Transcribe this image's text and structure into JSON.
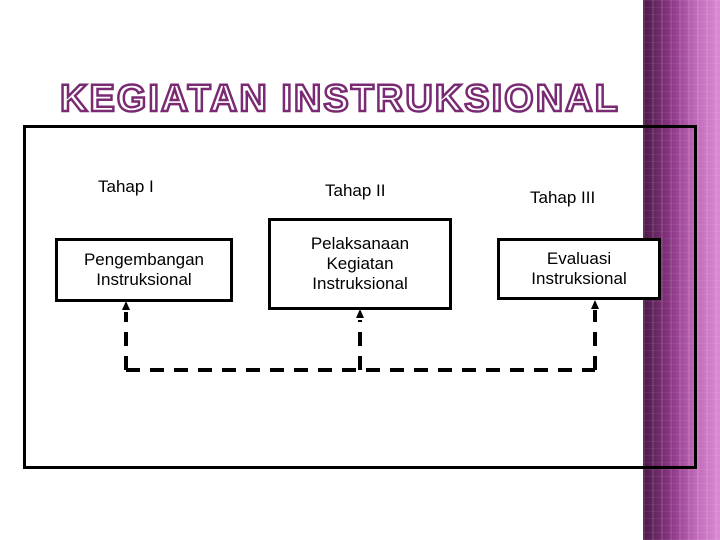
{
  "title": "KEGIATAN INSTRUKSIONAL",
  "stages": [
    {
      "label": "Tahap I",
      "box_text": "Pengembangan\nInstruksional"
    },
    {
      "label": "Tahap II",
      "box_text": "Pelaksanaan\nKegiatan\nInstruksional"
    },
    {
      "label": "Tahap III",
      "box_text": "Evaluasi\nInstruksional"
    }
  ],
  "colors": {
    "title_outline": "#7a2a73",
    "side_band": "#7a2a73",
    "lines": "#000000"
  }
}
